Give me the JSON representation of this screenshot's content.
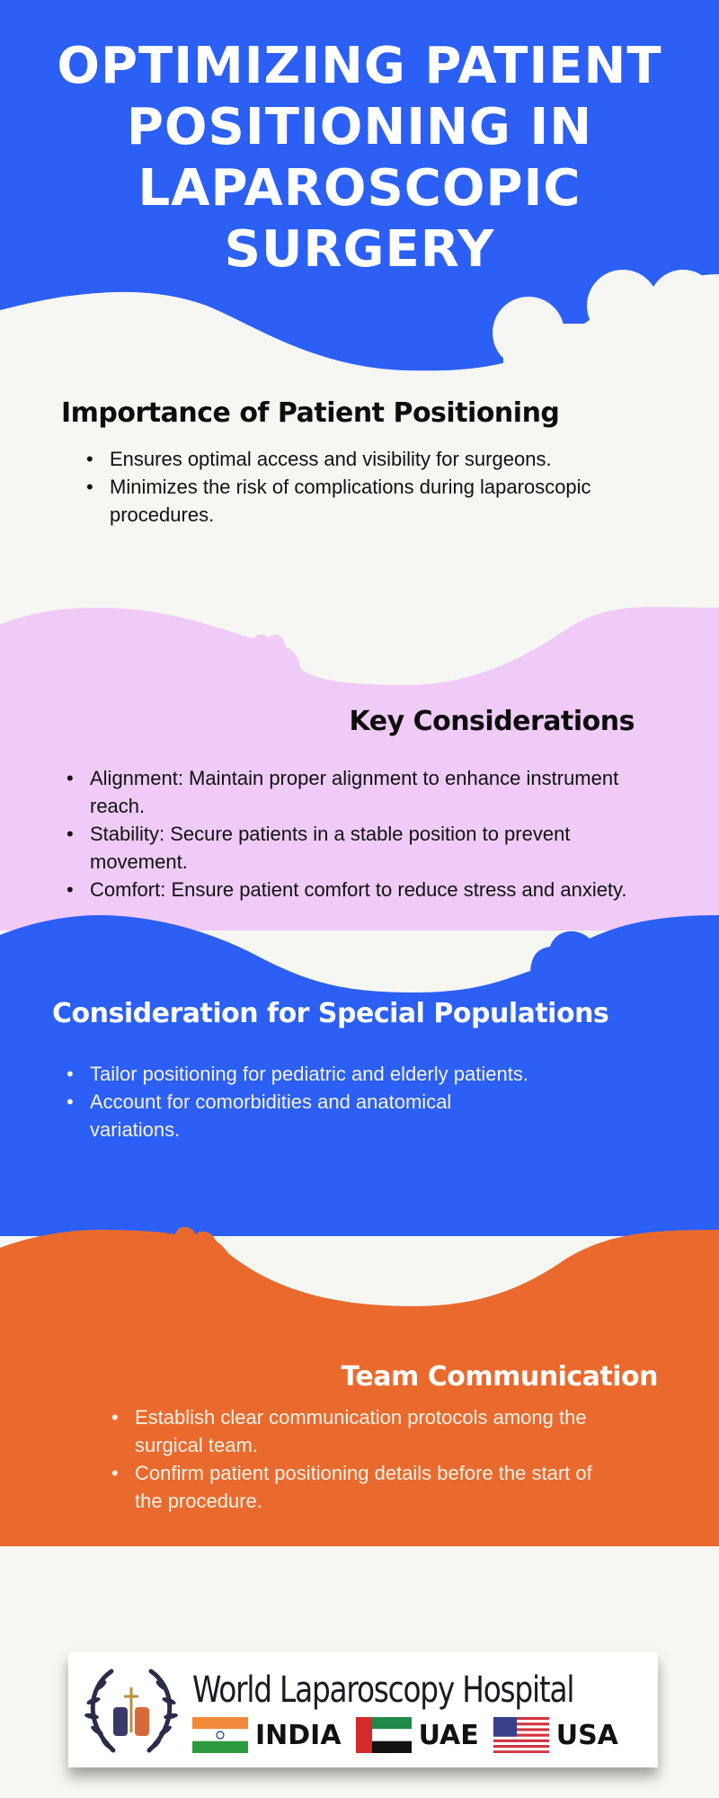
{
  "colors": {
    "blue": "#2b5ff5",
    "offwhite": "#f6f6f2",
    "lavender": "#f0cbf8",
    "orange": "#ea6a2e",
    "dark_text": "#0d0d0d",
    "light_text": "#f7f3ea"
  },
  "header": {
    "title": "OPTIMIZING PATIENT POSITIONING IN LAPAROSCOPIC SURGERY"
  },
  "sections": [
    {
      "heading": "Importance of Patient Positioning",
      "bullets": [
        "Ensures optimal access and visibility for surgeons.",
        "Minimizes the risk of complications during laparoscopic procedures."
      ]
    },
    {
      "heading": "Key Considerations",
      "bullets": [
        "Alignment: Maintain proper alignment to enhance instrument reach.",
        "Stability: Secure patients in a stable position to prevent movement.",
        "Comfort: Ensure patient comfort to reduce stress and anxiety."
      ]
    },
    {
      "heading": "Consideration for Special Populations",
      "bullets": [
        "Tailor positioning for pediatric and elderly patients.",
        "Account for comorbidities and anatomical variations."
      ]
    },
    {
      "heading": "Team Communication",
      "bullets": [
        "Establish clear communication protocols among the surgical team.",
        "Confirm patient positioning details before the start of the procedure."
      ]
    }
  ],
  "footer": {
    "logo_name": "World Laparoscopy Hospital",
    "countries": [
      "INDIA",
      "UAE",
      "USA"
    ],
    "icons": [
      "wreath-emblem-icon",
      "india-flag-icon",
      "uae-flag-icon",
      "usa-flag-icon"
    ]
  }
}
